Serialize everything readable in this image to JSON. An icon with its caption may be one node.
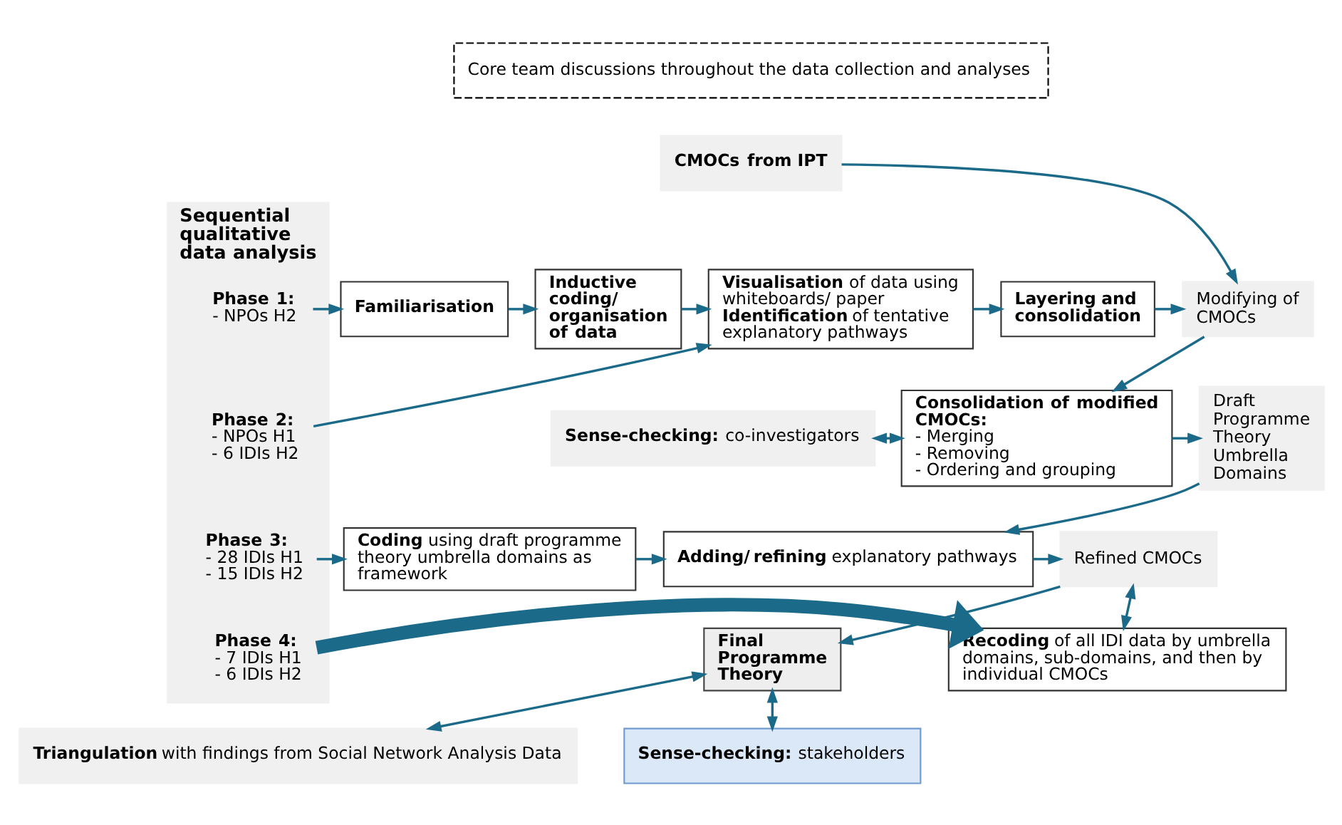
{
  "diagram": {
    "nodes": [
      {
        "text": [
          "Core team discussions throughout the data collection and analyses"
        ]
      },
      {
        "text": [
          "Sequential qualitative data analysis"
        ]
      },
      {
        "text": [
          "Phase 1:",
          "- NPOs H2"
        ],
        "in": 1
      },
      {
        "text": [
          "Phase 2:",
          "- NPOs H1",
          "- 6 IDIs H2"
        ],
        "in": 1
      },
      {
        "text": [
          "Phase 3:",
          "- 28 IDIs H1",
          "- 15 IDIs H2"
        ],
        "in": 1
      },
      {
        "text": [
          "Phase 4:",
          "- 7 IDIs H1",
          "- 6 IDIs H2"
        ],
        "in": 1
      },
      {
        "text": [
          "Familiarisation"
        ]
      },
      {
        "text": [
          "Inductive coding/ organisation of data"
        ]
      },
      {
        "text": [
          "**Visualisation** of data using whiteboards/ paper",
          "**Identification** of tentative explanatory pathways"
        ]
      },
      {
        "text": [
          "Layering and consolidation"
        ]
      },
      {
        "text": [
          "CMOCs from IPT"
        ]
      },
      {
        "text": [
          "Modifying of CMOCs"
        ]
      },
      {
        "text": [
          "Consolidation of modified CMOCs:",
          "- Merging",
          "- Removing",
          "- Ordering and grouping"
        ]
      },
      {
        "text": [
          "**Sense-checking:** co-investigators"
        ]
      },
      {
        "text": [
          "Draft Programme Theory Umbrella Domains"
        ]
      },
      {
        "text": [
          "**Coding** using draft programme theory umbrella domains as framework"
        ]
      },
      {
        "text": [
          "**Adding/ refining** explanatory pathways"
        ]
      },
      {
        "text": [
          "Refined CMOCs"
        ]
      },
      {
        "text": [
          "Final Programme Theory"
        ]
      },
      {
        "text": [
          "**Recoding** of all IDI data by umbrella domains, sub-domains, and then by individual CMOCs"
        ]
      },
      {
        "text": [
          "**Triangulation** with findings from Social Network Analysis Data"
        ]
      },
      {
        "text": [
          "**Sense-checking:** stakeholders"
        ]
      }
    ],
    "edges": [
      {
        "from": 2,
        "to": 6,
        "arrow": "to"
      },
      {
        "from": 6,
        "to": 7,
        "arrow": "to"
      },
      {
        "from": 7,
        "to": 8,
        "arrow": "to"
      },
      {
        "from": 3,
        "to": 8,
        "arrow": "to"
      },
      {
        "from": 8,
        "to": 9,
        "arrow": "to"
      },
      {
        "from": 9,
        "to": 11,
        "arrow": "to"
      },
      {
        "from": 10,
        "to": 11,
        "arrow": "to"
      },
      {
        "from": 11,
        "to": 12,
        "arrow": "to"
      },
      {
        "from": 13,
        "to": 12,
        "arrow": "both"
      },
      {
        "from": 12,
        "to": 14,
        "arrow": "to"
      },
      {
        "from": 4,
        "to": 15,
        "arrow": "to"
      },
      {
        "from": 15,
        "to": 16,
        "arrow": "to"
      },
      {
        "from": 14,
        "to": 16,
        "arrow": "to"
      },
      {
        "from": 16,
        "to": 17,
        "arrow": "to"
      },
      {
        "from": 17,
        "to": 18,
        "arrow": "to"
      },
      {
        "from": 17,
        "to": 19,
        "arrow": "both"
      },
      {
        "from": 18,
        "to": 20,
        "arrow": "both"
      },
      {
        "from": 18,
        "to": 21,
        "arrow": "both"
      },
      {
        "from": 5,
        "to": 19,
        "arrow": "to",
        "style": "thick"
      }
    ]
  }
}
